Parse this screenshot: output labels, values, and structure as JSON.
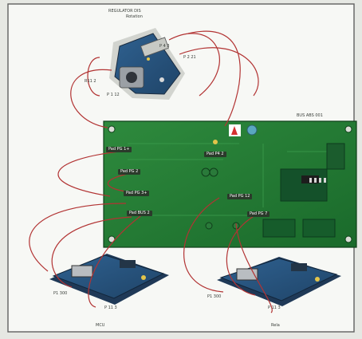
{
  "colors": {
    "page_bg": "#e6e8e3",
    "frame_bg": "#f7f8f5",
    "board_green": "#1f7a32",
    "board_dark": "#145823",
    "module_blue": "#2c5a86",
    "cable_red": "#b23333",
    "tag_bg": "#2b3a2b"
  },
  "labels": {
    "top_module_title_1": "REGULATOR DIS",
    "top_module_title_2": "Rotation",
    "main_board_title": "BUS ABS 001",
    "left_module_caption": "MCU",
    "right_module_caption": "Rela",
    "cable_r1": "R11 2",
    "cable_p1_top": "P 4 3",
    "cable_p2_top": "P 2 21",
    "cable_p3_top": "P 1 12",
    "cable_left_bottom_a": "P1 300",
    "cable_left_bottom_b": "P 11 3",
    "cable_right_bottom_a": "P1 300",
    "cable_right_bottom_b": "P 11 3"
  },
  "tags": {
    "t1": "Pad PG 1+",
    "t2": "Pad PG 2",
    "t3": "Pad PG 3+",
    "t4": "Pad BUS 2",
    "t5": "Pad PG 12",
    "t6": "Pad PG 7",
    "t7": "Pad P4 2"
  },
  "icons": {
    "board_logo": "warning-logo-icon",
    "mount_hole": "mount-hole-icon",
    "connector": "connector-icon"
  }
}
